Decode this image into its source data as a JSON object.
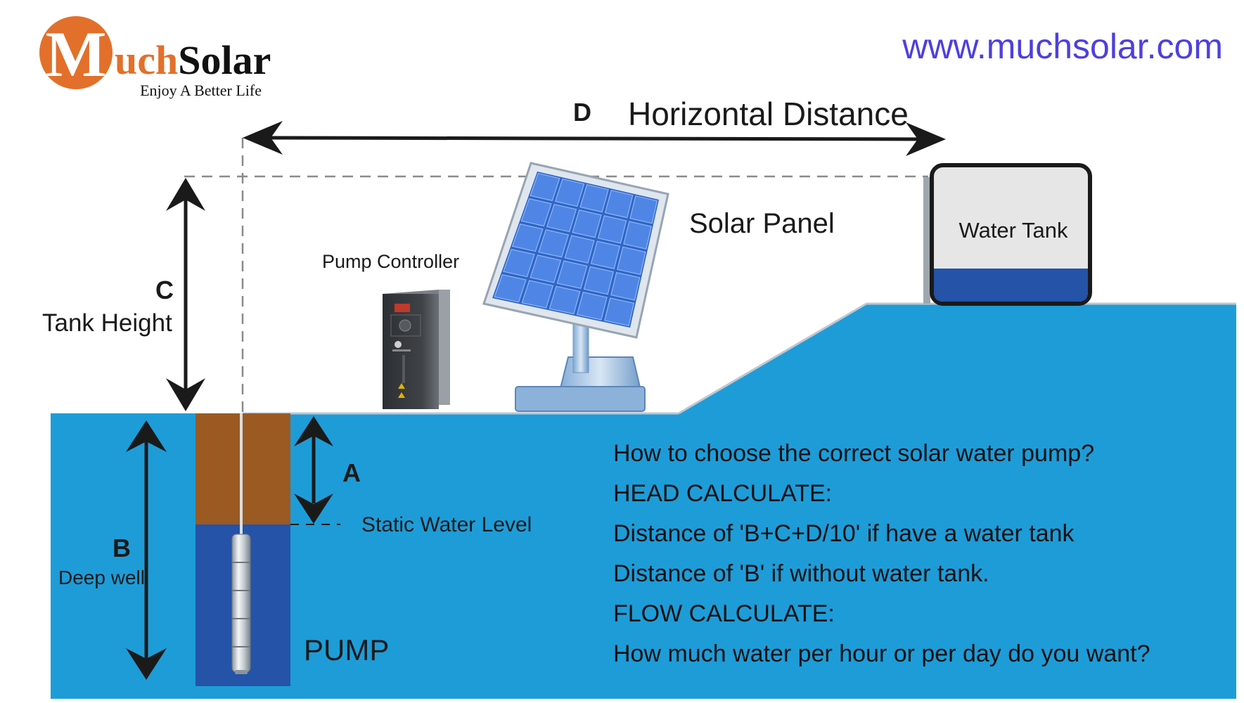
{
  "logo": {
    "letter": "M",
    "wordmark_orange": "uch",
    "wordmark_black": "Solar",
    "tagline": "Enjoy A Better Life"
  },
  "website": "www.muchsolar.com",
  "labels": {
    "d_letter": "D",
    "horizontal_distance": "Horizontal Distance",
    "c_letter": "C",
    "tank_height": "Tank Height",
    "solar_panel": "Solar Panel",
    "water_tank": "Water Tank",
    "pump_controller": "Pump Controller",
    "a_letter": "A",
    "static_water_level": "Static Water Level",
    "b_letter": "B",
    "deep_well": "Deep well",
    "pump": "PUMP"
  },
  "info_lines": [
    "How to choose the correct solar water pump?",
    "HEAD CALCULATE:",
    "Distance of 'B+C+D/10' if have a water tank",
    "Distance of 'B' if without water tank.",
    "FLOW CALCULATE:",
    "How much water per hour or per day do you want?"
  ],
  "colors": {
    "ground_blue": "#1e9cd8",
    "deep_water": "#2453a8",
    "soil_brown": "#9a5a22",
    "logo_orange": "#e2702a",
    "url_purple": "#4d3fe0",
    "panel_cell": "#4f86e6"
  },
  "icons": {
    "controller": "pump-controller-icon",
    "panel": "solar-panel-icon",
    "pump": "submersible-pump-icon"
  }
}
